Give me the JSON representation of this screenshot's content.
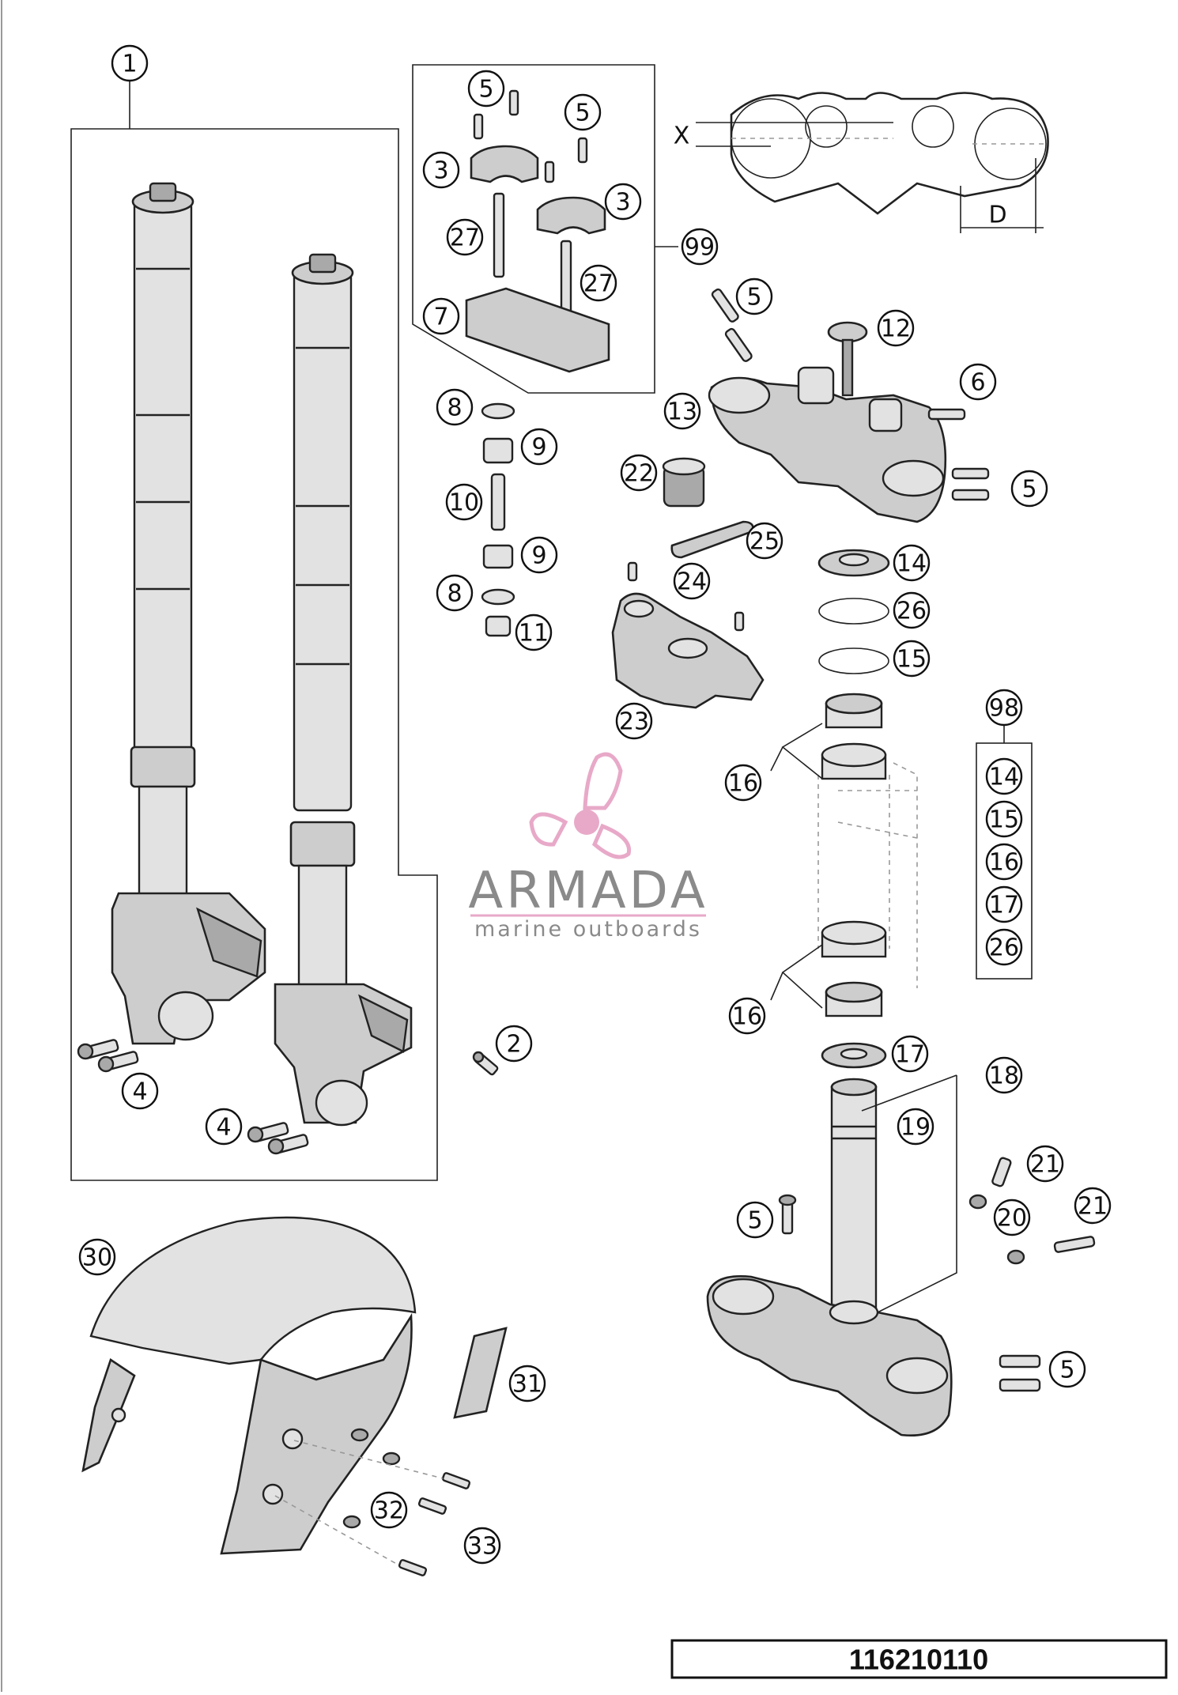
{
  "callouts": {
    "c1": "1",
    "c2": "2",
    "c3a": "3",
    "c3b": "3",
    "c4a": "4",
    "c4b": "4",
    "c5a": "5",
    "c5b": "5",
    "c5c": "5",
    "c5d": "5",
    "c5e": "5",
    "c5f": "5",
    "c6": "6",
    "c7": "7",
    "c8a": "8",
    "c8b": "8",
    "c9a": "9",
    "c9b": "9",
    "c10": "10",
    "c11": "11",
    "c12": "12",
    "c13": "13",
    "c14": "14",
    "c14s": "14",
    "c15": "15",
    "c15s": "15",
    "c16a": "16",
    "c16b": "16",
    "c16s": "16",
    "c17": "17",
    "c17s": "17",
    "c18": "18",
    "c19": "19",
    "c20": "20",
    "c21a": "21",
    "c21b": "21",
    "c22": "22",
    "c23": "23",
    "c24": "24",
    "c25": "25",
    "c26": "26",
    "c26s": "26",
    "c27a": "27",
    "c27b": "27",
    "c30": "30",
    "c31": "31",
    "c32": "32",
    "c33": "33",
    "c98": "98",
    "c99": "99"
  },
  "dimension_labels": {
    "x": "X",
    "d": "D"
  },
  "watermark": {
    "title": "ARMADA",
    "subtitle": "marine outboards",
    "accent_color": "#e8a9c8"
  },
  "document_number": "116210110"
}
